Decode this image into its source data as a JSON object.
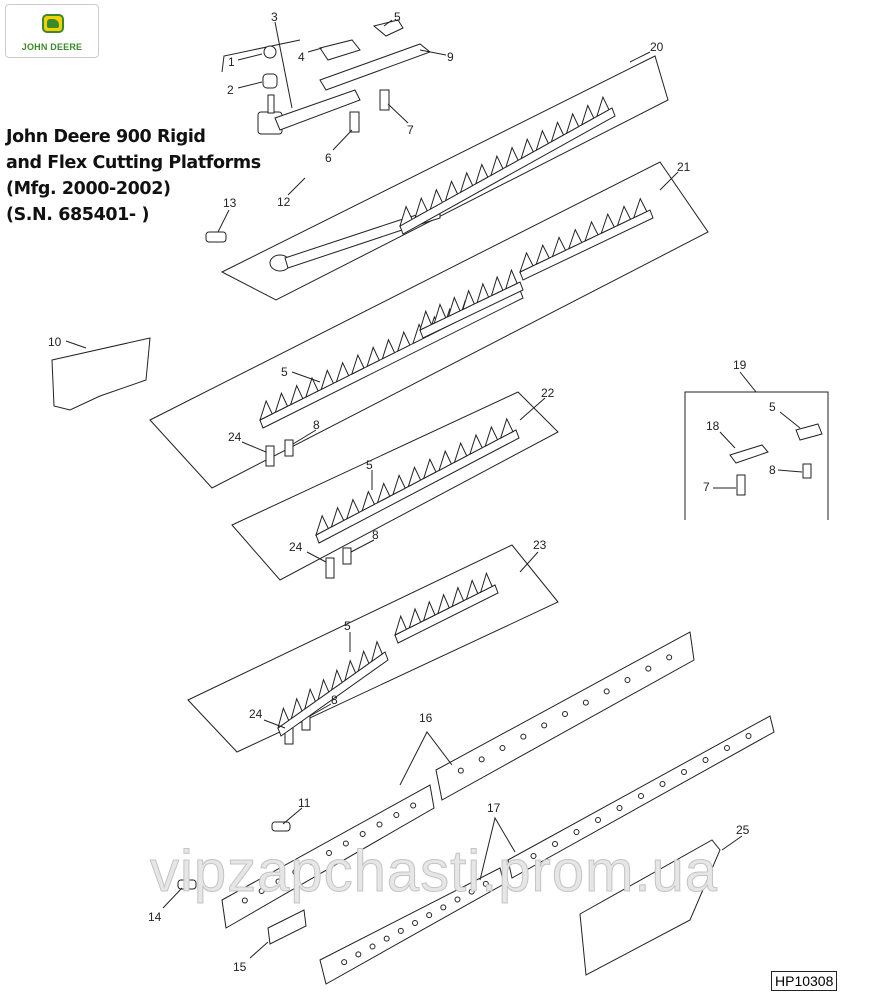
{
  "logo": {
    "text": "JOHN DEERE",
    "brand_green": "#3a8a2a",
    "brand_yellow": "#f2d200"
  },
  "title": {
    "line1": "John Deere 900 Rigid",
    "line2": "and Flex Cutting Platforms",
    "line3": "(Mfg. 2000-2002)",
    "line4": "(S.N. 685401- )"
  },
  "callouts": [
    "1",
    "2",
    "3",
    "4",
    "5",
    "9",
    "20",
    "7",
    "6",
    "12",
    "13",
    "21",
    "10",
    "5",
    "19",
    "5",
    "18",
    "8",
    "7",
    "24",
    "8",
    "22",
    "5",
    "24",
    "8",
    "23",
    "5",
    "24",
    "8",
    "16",
    "11",
    "17",
    "25",
    "14",
    "15"
  ],
  "watermark": "vipzapchasti.prom.ua",
  "reference": "HP10308"
}
